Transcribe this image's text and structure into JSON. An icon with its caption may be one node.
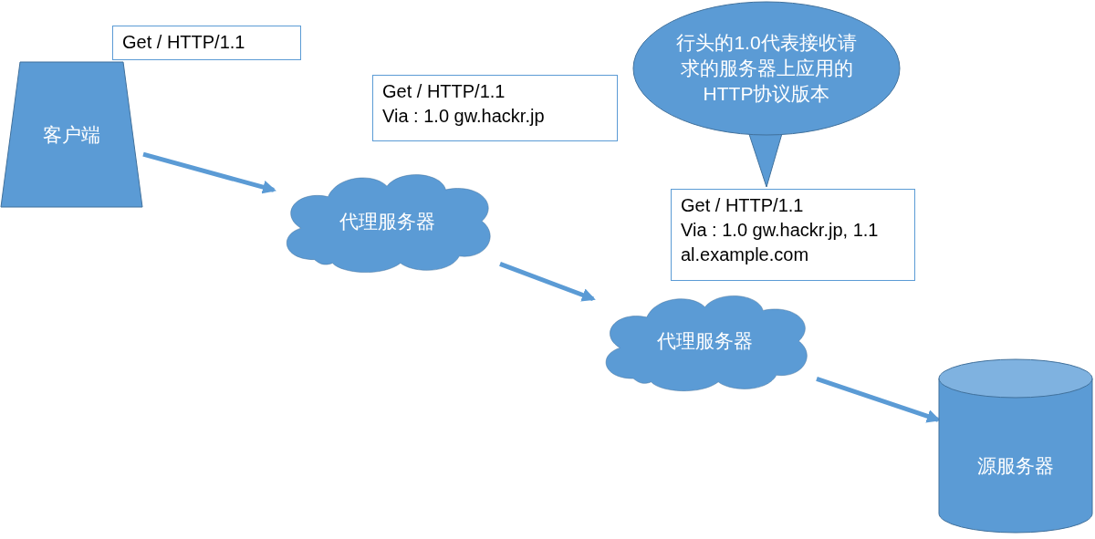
{
  "diagram": {
    "nodes": [
      {
        "text": [
          "客户端"
        ]
      },
      {
        "text": [
          "Get / HTTP/1.1"
        ]
      },
      {
        "text": [
          "Get / HTTP/1.1",
          "Via : 1.0 gw.hackr.jp"
        ]
      },
      {
        "text": [
          "代理服务器"
        ]
      },
      {
        "text": [
          "行头的1.0代表接收请求的服务器上应用的HTTP协议版本"
        ]
      },
      {
        "text": [
          "Get / HTTP/1.1",
          "Via : 1.0 gw.hackr.jp, 1.1 al.example.com"
        ]
      },
      {
        "text": [
          "代理服务器"
        ]
      },
      {
        "text": [
          "源服务器"
        ]
      }
    ],
    "edges": [
      {
        "from": 0,
        "to": 3,
        "arrow": "to"
      },
      {
        "from": 3,
        "to": 6,
        "arrow": "to"
      },
      {
        "from": 6,
        "to": 7,
        "arrow": "to"
      }
    ]
  }
}
